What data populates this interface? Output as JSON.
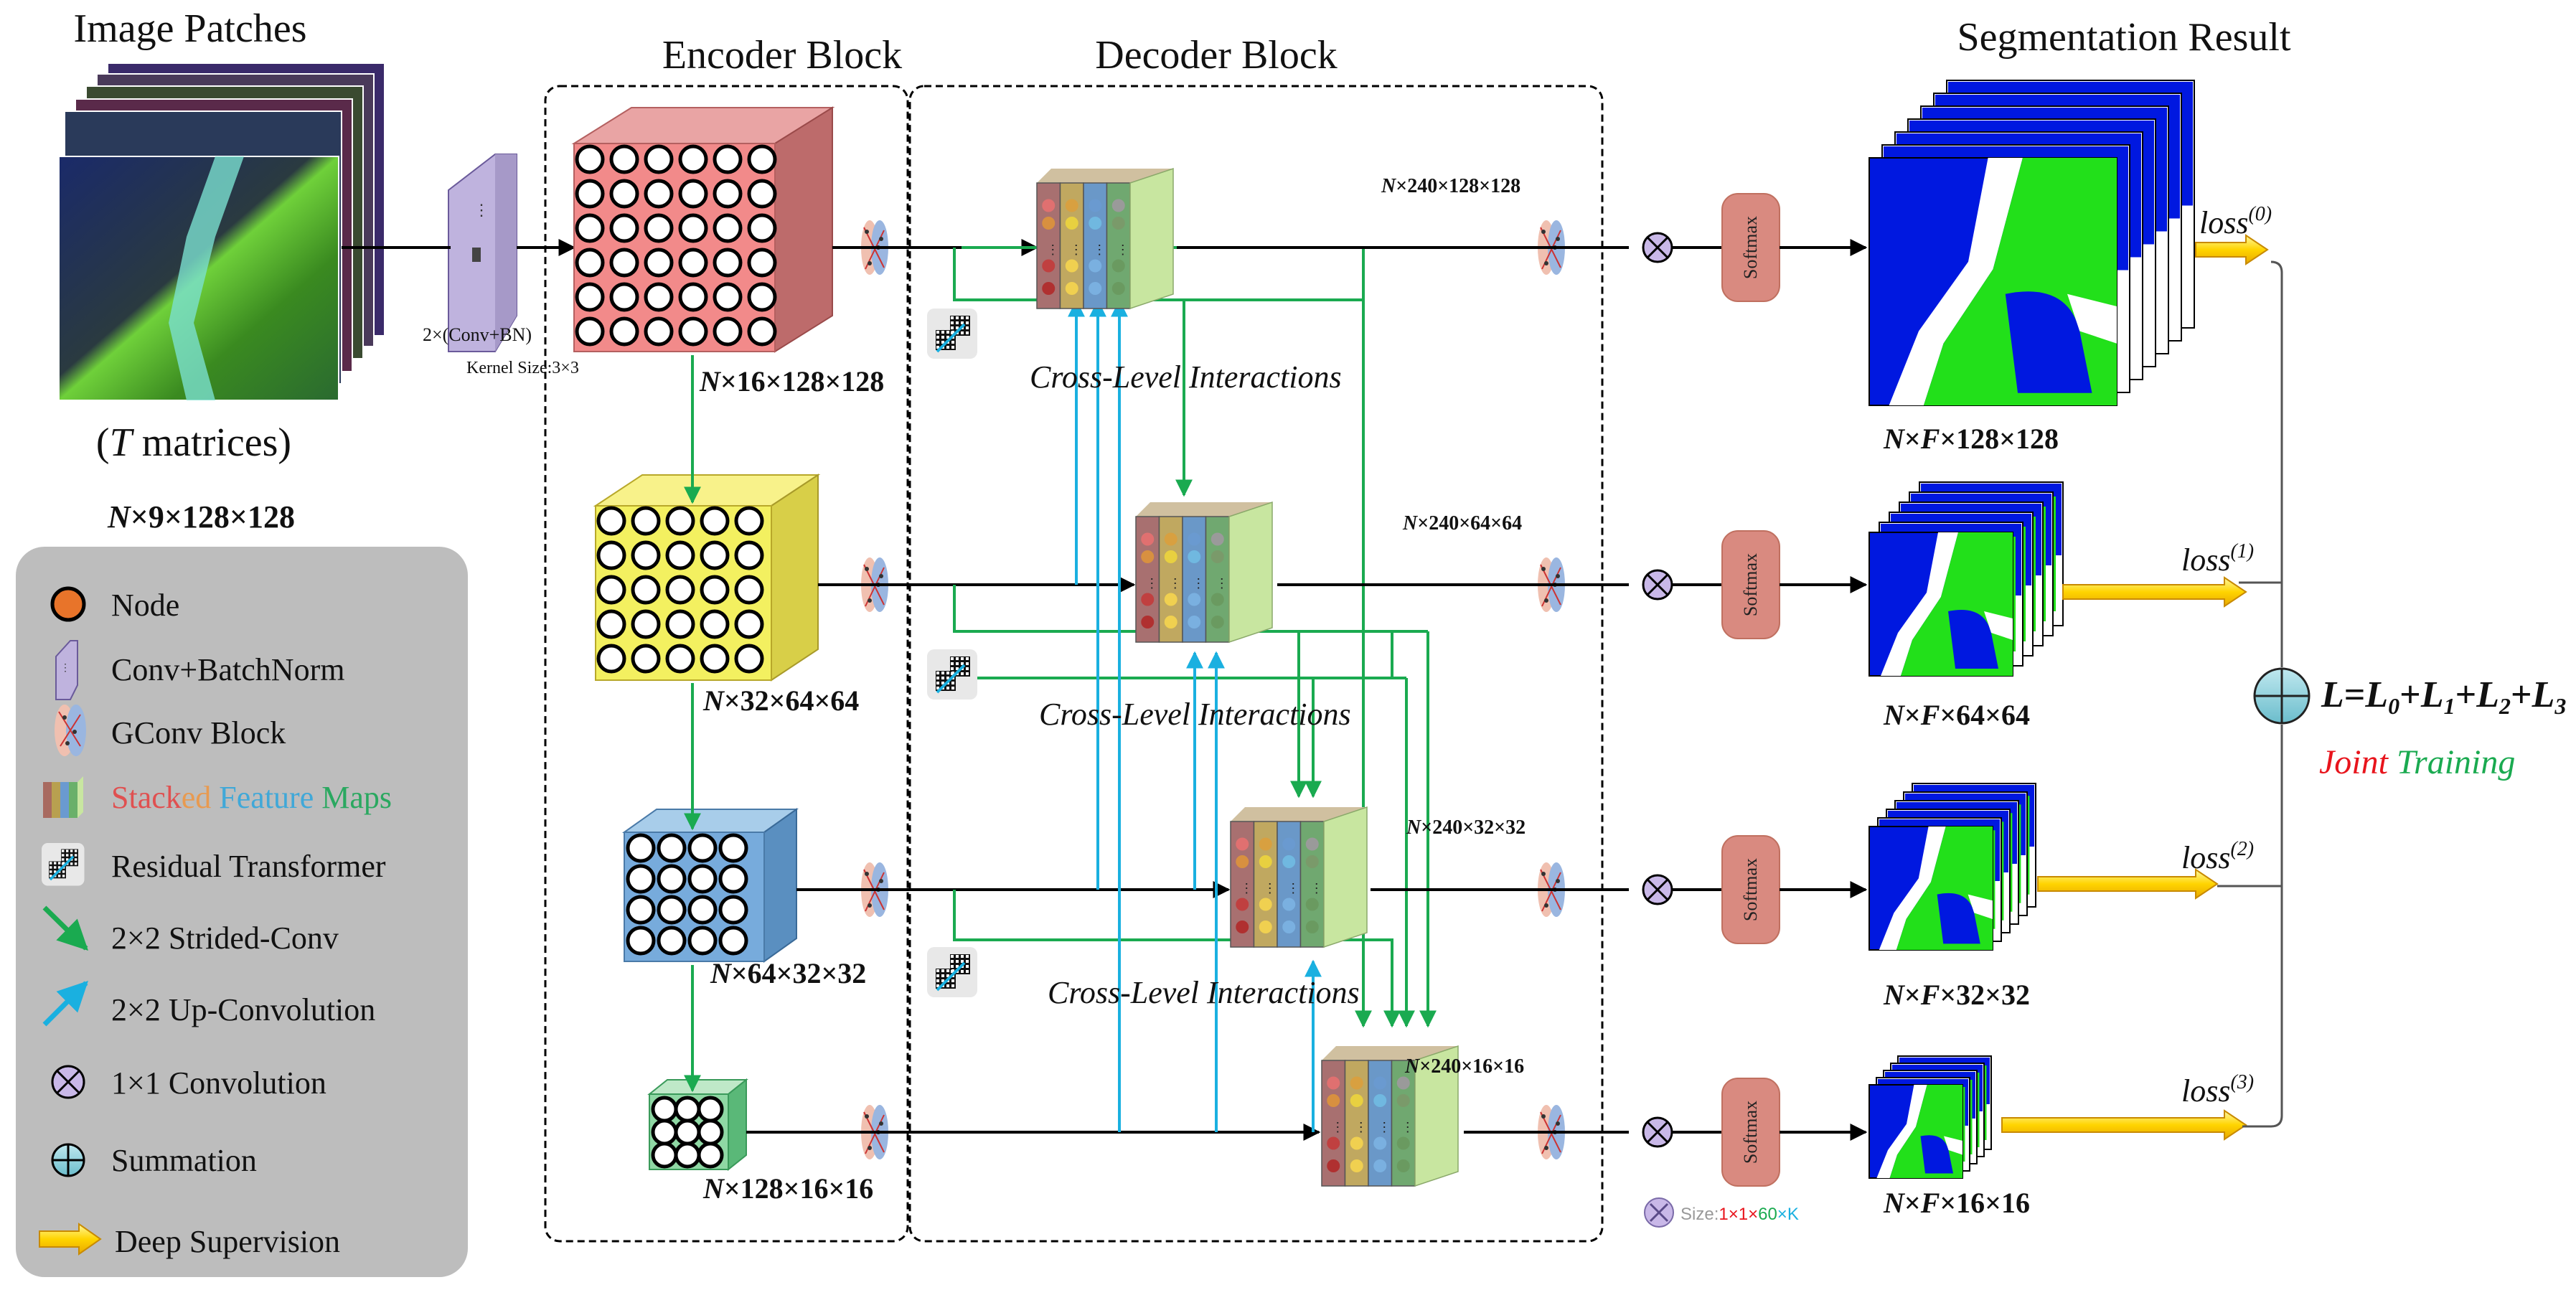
{
  "titles": {
    "image_patches": "Image Patches",
    "encoder_block": "Encoder Block",
    "decoder_block": "Decoder Block",
    "segmentation_result": "Segmentation Result"
  },
  "input": {
    "t_open": "(",
    "t_var": "T",
    "t_rest": " matrices)",
    "n_var": "N",
    "dims": "×9×128×128",
    "conv_label": "2×(Conv+BN)",
    "kernel_label": "Kernel Size:3×3"
  },
  "encoder": [
    {
      "n": "N",
      "dims": "×16×128×128"
    },
    {
      "n": "N",
      "dims": "×32×64×64"
    },
    {
      "n": "N",
      "dims": "×64×32×32"
    },
    {
      "n": "N",
      "dims": "×128×16×16"
    }
  ],
  "decoder_dims": [
    {
      "n": "N",
      "dims": "×240×128×128"
    },
    {
      "n": "N",
      "dims": "×240×64×64"
    },
    {
      "n": "N",
      "dims": "×240×32×32"
    },
    {
      "n": "N",
      "dims": "×240×16×16"
    }
  ],
  "cross_level": "Cross-Level Interactions",
  "softmax": "Softmax",
  "outputs": [
    {
      "n": "N",
      "f": "F",
      "dims": "×128×128",
      "loss": "loss",
      "sup": "(0)"
    },
    {
      "n": "N",
      "f": "F",
      "dims": "×64×64",
      "loss": "loss",
      "sup": "(1)"
    },
    {
      "n": "N",
      "f": "F",
      "dims": "×32×32",
      "loss": "loss",
      "sup": "(2)"
    },
    {
      "n": "N",
      "f": "F",
      "dims": "×16×16",
      "loss": "loss",
      "sup": "(3)"
    }
  ],
  "size_note": {
    "prefix": "Size:",
    "a": "1×1×",
    "b": "60",
    "c": "×K"
  },
  "total_loss": {
    "l": "L",
    "eq": "=",
    "l0": "L",
    "s0": "0",
    "p1": "+",
    "l1": "L",
    "s1": "1",
    "p2": "+",
    "l2": "L",
    "s2": "2",
    "p3": "+",
    "l3": "L",
    "s3": "3"
  },
  "joint_training": {
    "a": "Joint",
    "b": " Training"
  },
  "legend": {
    "node": "Node",
    "conv_bn": "Conv+BatchNorm",
    "gconv": "GConv Block",
    "stacked": {
      "a": "Stack",
      "b": "ed",
      "c": " Feature",
      "d": " Maps"
    },
    "residual": "Residual Transformer",
    "strided": "2×2 Strided-Conv",
    "upconv": "2×2 Up-Convolution",
    "conv1x1": "1×1 Convolution",
    "summation": "Summation",
    "deep_sup": "Deep Supervision"
  },
  "colors": {
    "green_arrow": "#1aaa50",
    "blue_arrow": "#1ab0e0",
    "loss_red": "#e8141c",
    "legend_text": "#5a2a20",
    "legend_bg": "#bdbdbd",
    "softmax_fill": "#d98a80",
    "seg_blue": "#0018e0",
    "seg_green": "#22e01a"
  },
  "icons": [
    "node-icon",
    "conv-icon",
    "gconv-icon",
    "feature-map-icon",
    "transformer-icon",
    "strided-conv-icon",
    "up-conv-icon",
    "conv1x1-icon",
    "summation-icon",
    "deep-supervision-icon"
  ]
}
